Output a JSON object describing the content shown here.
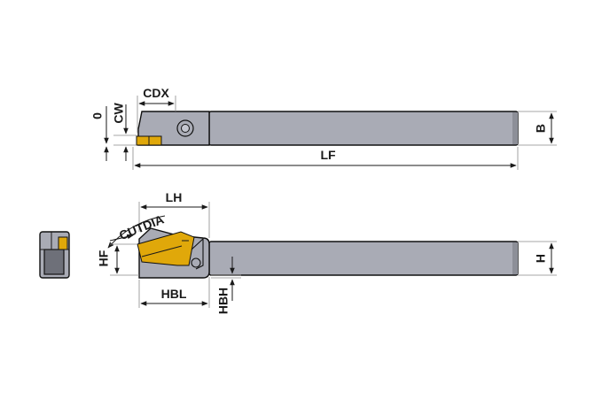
{
  "labels": {
    "cdx": "CDX",
    "cw": "CW",
    "zero": "0",
    "b": "B",
    "lf": "LF",
    "lh": "LH",
    "cutdia": "CUTDIA",
    "hf": "HF",
    "h": "H",
    "hbl": "HBL",
    "hbh": "HBH"
  },
  "colors": {
    "body": "#a9abb5",
    "body_dark": "#6e7079",
    "insert": "#e0a80a",
    "line": "#1a1a1a"
  }
}
